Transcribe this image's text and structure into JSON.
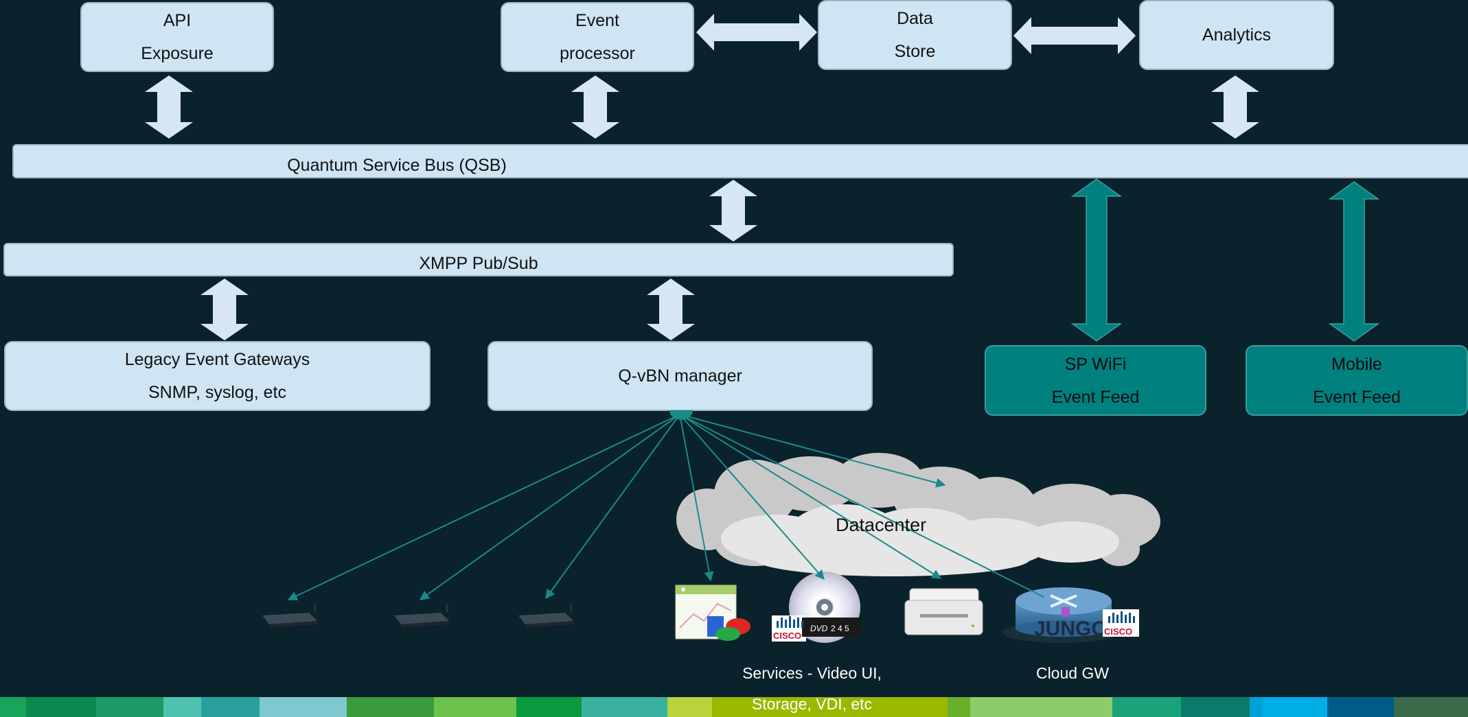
{
  "boxes": {
    "api": {
      "line1": "API",
      "line2": "Exposure"
    },
    "event": {
      "line1": "Event",
      "line2": "processor"
    },
    "data": {
      "line1": "Data",
      "line2": "Store"
    },
    "analytics": {
      "line1": "Analytics"
    },
    "legacy": {
      "line1": "Legacy Event Gateways",
      "line2": "SNMP, syslog, etc"
    },
    "qvbn": {
      "line1": "Q-vBN manager"
    },
    "spwifi": {
      "line1": "SP WiFi",
      "line2": "Event Feed"
    },
    "mobile": {
      "line1": "Mobile",
      "line2": "Event Feed"
    }
  },
  "bars": {
    "qsb": "Quantum Service Bus (QSB)",
    "xmpp": "XMPP Pub/Sub"
  },
  "cloud": {
    "label": "Datacenter"
  },
  "labels": {
    "services_line1": "Services - Video UI,",
    "services_line2": "Storage, VDI, etc",
    "cloud_gw": "Cloud GW"
  },
  "logos": {
    "jungo": "JUNGO",
    "cisco": "CISCO",
    "dvd": "DVD",
    "clapper_numbers": "2 4 5"
  },
  "colors": {
    "background": "#0a222b",
    "box_fill": "#cfe5f3",
    "teal": "#00807f",
    "connector": "#1a8a8a"
  }
}
